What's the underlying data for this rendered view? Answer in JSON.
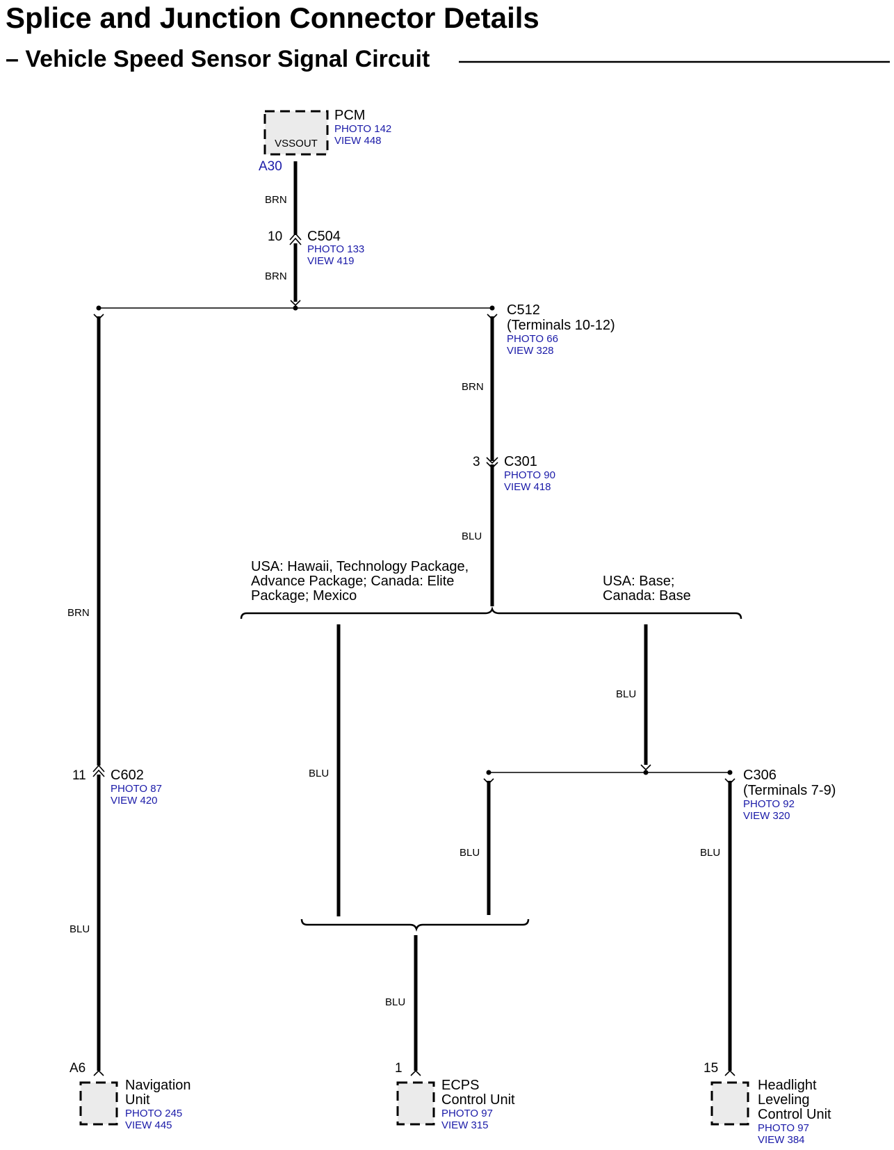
{
  "title": "Splice and Junction Connector Details",
  "subtitle": "Vehicle Speed Sensor Signal Circuit",
  "colors": {
    "reference_text": "#1a1aa8",
    "component_fill": "#ebebeb",
    "wire": "#000000"
  },
  "pcm": {
    "name": "PCM",
    "terminal_name": "VSSOUT",
    "pin": "A30",
    "photo": "PHOTO 142",
    "view": "VIEW 448"
  },
  "c504": {
    "name": "C504",
    "pin": "10",
    "photo": "PHOTO 133",
    "view": "VIEW 419"
  },
  "c512": {
    "name": "C512",
    "terminals": "(Terminals 10-12)",
    "photo": "PHOTO 66",
    "view": "VIEW 328"
  },
  "c301": {
    "name": "C301",
    "pin": "3",
    "photo": "PHOTO 90",
    "view": "VIEW 418"
  },
  "c602": {
    "name": "C602",
    "pin": "11",
    "photo": "PHOTO 87",
    "view": "VIEW 420"
  },
  "c306": {
    "name": "C306",
    "terminals": "(Terminals 7-9)",
    "photo": "PHOTO 92",
    "view": "VIEW 320"
  },
  "option_left": {
    "line1": "USA: Hawaii, Technology Package,",
    "line2": "Advance Package; Canada: Elite",
    "line3": "Package; Mexico"
  },
  "option_right": {
    "line1": "USA: Base;",
    "line2": "Canada: Base"
  },
  "wire_colors": {
    "brn": "BRN",
    "blu": "BLU"
  },
  "navigation_unit": {
    "line1": "Navigation",
    "line2": "Unit",
    "pin": "A6",
    "photo": "PHOTO 245",
    "view": "VIEW 445"
  },
  "ecps_unit": {
    "line1": "ECPS",
    "line2": "Control Unit",
    "pin": "1",
    "photo": "PHOTO 97",
    "view": "VIEW 315"
  },
  "headlight_unit": {
    "line1": "Headlight",
    "line2": "Leveling",
    "line3": "Control Unit",
    "pin": "15",
    "photo": "PHOTO 97",
    "view": "VIEW 384"
  }
}
